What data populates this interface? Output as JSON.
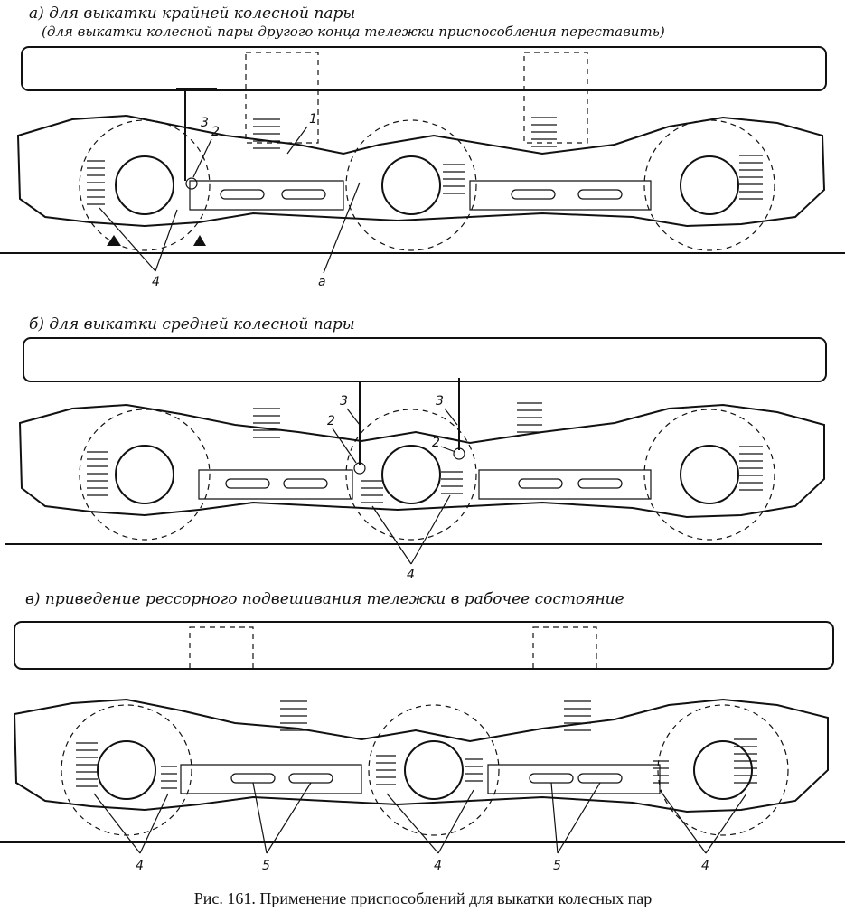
{
  "figure": {
    "panels": [
      {
        "title": "а) для выкатки крайней колесной пары",
        "subtitle": "(для выкатки колесной пары другого конца тележки приспособления переставить)",
        "callouts": [
          "1",
          "2",
          "3",
          "4",
          "а"
        ]
      },
      {
        "title": "б) для выкатки средней колесной пары",
        "callouts": [
          "2",
          "3",
          "3",
          "2",
          "4"
        ]
      },
      {
        "title": "в) приведение рессорного подвешивания тележки в рабочее состояние",
        "callouts": [
          "4",
          "5",
          "4",
          "5",
          "4"
        ]
      }
    ],
    "caption": "Рис. 161. Применение приспособлений для выкатки колесных пар"
  }
}
